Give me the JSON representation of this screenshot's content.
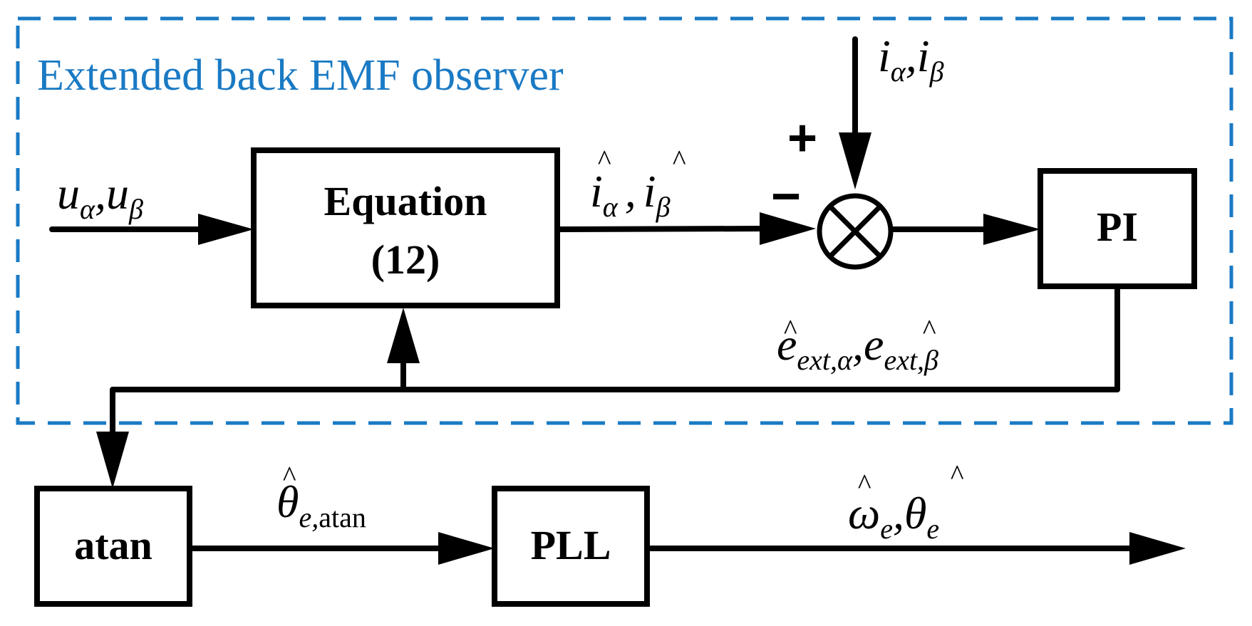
{
  "observer": {
    "title": "Extended back EMF observer",
    "border_color": "#1a7ac4"
  },
  "blocks": {
    "equation": {
      "line1": "Equation",
      "line2": "(12)"
    },
    "pi": {
      "label": "PI"
    },
    "atan": {
      "label": "atan"
    },
    "pll": {
      "label": "PLL"
    }
  },
  "summing_junction": {
    "plus": "+",
    "minus": "−"
  },
  "signals": {
    "voltage_input": {
      "u": "u",
      "alpha": "α",
      "comma": ",",
      "beta": "β"
    },
    "current_measured": {
      "i": "i",
      "alpha": "α",
      "comma": ",",
      "beta": "β"
    },
    "current_estimated": {
      "i": "i",
      "hat": "^",
      "alpha": "α",
      "comma": ",",
      "beta": "β"
    },
    "ext_emf": {
      "e": "e",
      "hat": "^",
      "sub_alpha": "ext,α",
      "comma": ",",
      "sub_beta": "ext,β"
    },
    "theta_atan": {
      "theta": "θ",
      "hat": "^",
      "sub_e": "e,",
      "sub_atan": "atan"
    },
    "output": {
      "omega": "ω",
      "hat": "^",
      "sub_e": "e",
      "comma": ",",
      "theta": "θ"
    }
  },
  "colors": {
    "accent": "#1a7ac4",
    "line": "#000000"
  }
}
